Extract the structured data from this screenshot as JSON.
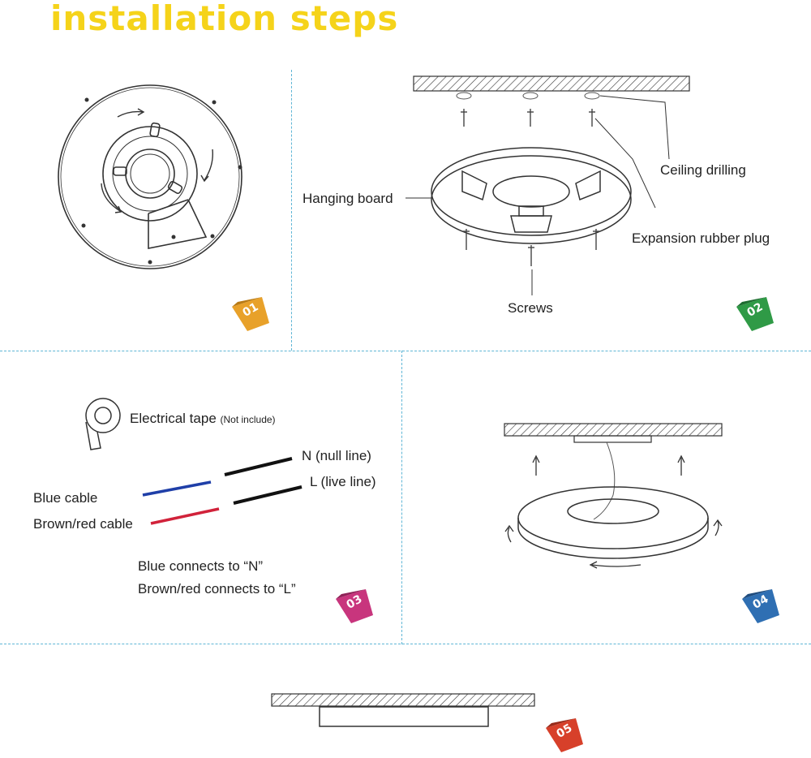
{
  "title": "installation steps",
  "colors": {
    "title": "#f5d31a",
    "divider": "#5fb6d6",
    "step1": "#e8a12a",
    "step2": "#2f9a46",
    "step3": "#c8357d",
    "step4": "#2f6fb3",
    "step5": "#d7402a",
    "blue_wire": "#1f3fa8",
    "red_wire": "#d1223a",
    "black_wire": "#111111"
  },
  "steps": [
    {
      "badge": "01"
    },
    {
      "badge": "02",
      "labels": {
        "ceiling_drilling": "Ceiling drilling",
        "hanging_board": "Hanging board",
        "expansion_plug": "Expansion rubber plug",
        "screws": "Screws"
      }
    },
    {
      "badge": "03",
      "labels": {
        "tape": "Electrical tape",
        "tape_note": "(Not include)",
        "n_line": "N (null line)",
        "l_line": "L (live line)",
        "blue_cable": "Blue cable",
        "brown_cable": "Brown/red cable",
        "rule1": "Blue connects to “N”",
        "rule2": "Brown/red connects to “L”"
      }
    },
    {
      "badge": "04"
    },
    {
      "badge": "05"
    }
  ]
}
